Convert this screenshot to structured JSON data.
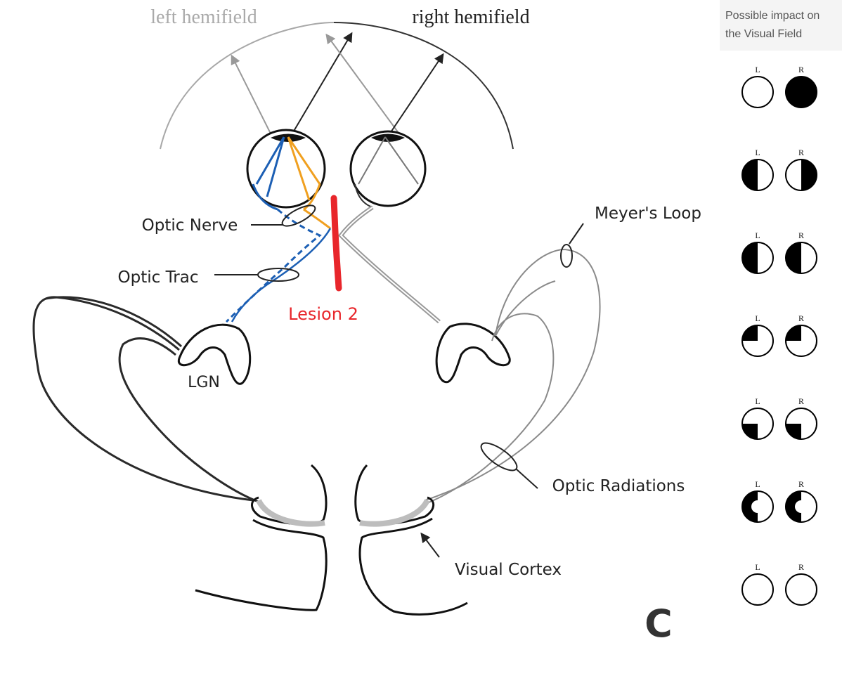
{
  "hemifields": {
    "left": "left hemifield",
    "right": "right hemifield"
  },
  "labels": {
    "optic_nerve": "Optic Nerve",
    "optic_tract": "Optic Trac",
    "lesion": "Lesion 2",
    "lgn": "LGN",
    "meyers_loop": "Meyer's Loop",
    "optic_radiations": "Optic Radiations",
    "visual_cortex": "Visual Cortex",
    "panel_letter": "C"
  },
  "legend": {
    "title_line1": "Possible impact on",
    "title_line2": "the Visual Field",
    "left_eye_letter": "L",
    "right_eye_letter": "R",
    "rows": [
      {
        "left": "none",
        "right": "full"
      },
      {
        "left": "left-half",
        "right": "right-half"
      },
      {
        "left": "left-half",
        "right": "left-half"
      },
      {
        "left": "upper-left-quadrant",
        "right": "upper-left-quadrant"
      },
      {
        "left": "lower-left-quadrant",
        "right": "lower-left-quadrant"
      },
      {
        "left": "left-half-macular-sparing",
        "right": "left-half-macular-sparing"
      },
      {
        "left": "none",
        "right": "none"
      }
    ]
  },
  "colors": {
    "lesion": "#e8262b",
    "nasal_fibers": "#f0a020",
    "temporal_fibers": "#1c5fb4",
    "ink": "#1a1a1a",
    "gray_ink": "#9a9a9a"
  }
}
